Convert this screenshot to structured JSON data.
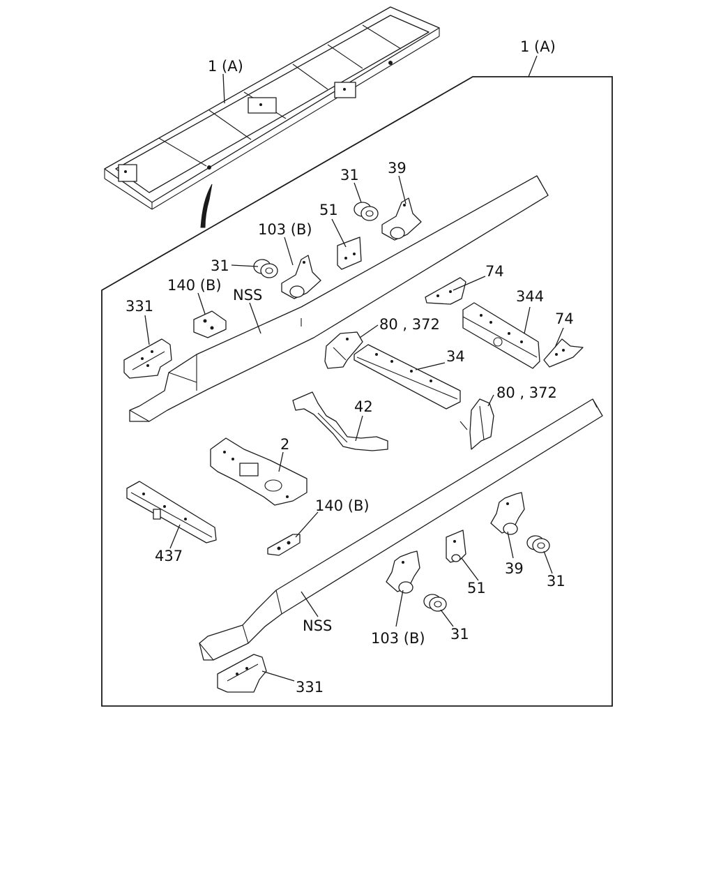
{
  "diagram": {
    "background_color": "#ffffff",
    "line_color": "#1a1a1a",
    "labels": {
      "assembly_overview": "1 (A)",
      "assembly_box": "1 (A)",
      "bushing_upper_rear": "31",
      "bracket_upper_rear": "39",
      "plate_upper": "51",
      "bracket_upper_front": "103 (B)",
      "bushing_upper_front": "31",
      "plate_upper_left": "140 (B)",
      "bracket_upper_left": "331",
      "rail_upper": "NSS",
      "gusset_upper": "74",
      "crossmember_upper_right": "344",
      "gusset_right": "74",
      "bracket_pair_upper": "80 , 372",
      "crossmember_center": "34",
      "bracket_pair_lower": "80 , 372",
      "tube_crossmember": "42",
      "crossmember_front": "2",
      "plate_lower": "140 (B)",
      "crossmember_left": "437",
      "bracket_lower_rear": "39",
      "bushing_lower_rear": "31",
      "plate_lower_right": "51",
      "bracket_lower_front": "103 (B)",
      "bushing_lower_front": "31",
      "rail_lower": "NSS",
      "bracket_lower_left": "331"
    }
  }
}
